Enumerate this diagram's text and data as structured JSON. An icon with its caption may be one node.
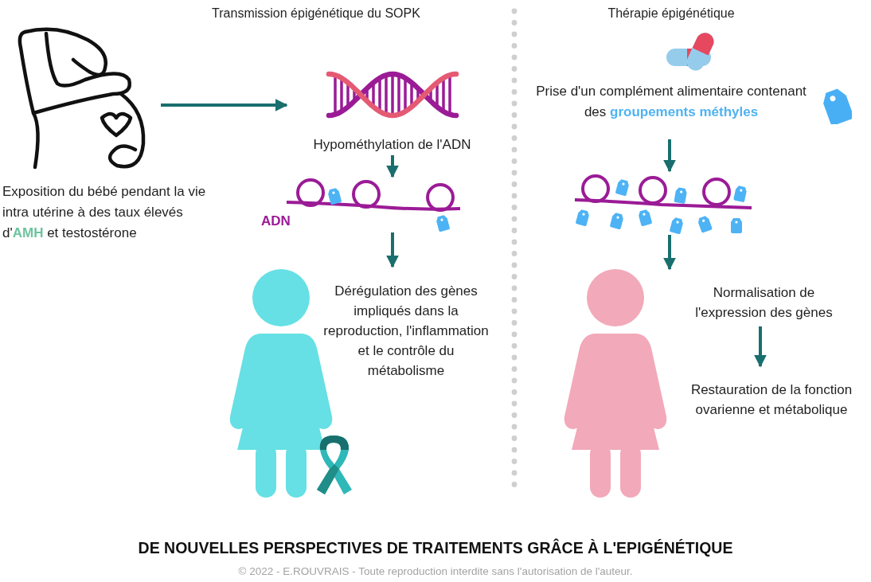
{
  "diagram": {
    "title": "DE NOUVELLES PERSPECTIVES DE TRAITEMENTS GRÂCE À L'EPIGÉNÉTIQUE",
    "caption": "© 2022 - E.ROUVRAIS - Toute reproduction interdite sans l'autorisation de l'auteur.",
    "nodes": [
      {
        "text": [],
        "shape": "picture",
        "beside": [
          "Exposition du bébé pendant la vie intra utérine à des taux élevés d'**AMH** et testostérone"
        ]
      },
      {
        "text": [
          "Hypométhylation de l'ADN"
        ]
      },
      {
        "text": [],
        "shape": "picture",
        "beside": [
          "ADN"
        ]
      },
      {
        "text": [
          "Dérégulation des gènes impliqués dans la reproduction, l'inflammation et le contrôle du métabolisme"
        ]
      },
      {
        "text": [
          "Prise d'un complément alimentaire contenant des **groupements méthyles**"
        ]
      },
      {
        "text": [],
        "shape": "picture"
      },
      {
        "text": [
          "Normalisation de l'expression des gènes"
        ]
      },
      {
        "text": [
          "Restauration de la fonction ovarienne et métabolique"
        ]
      }
    ],
    "edges": [
      {
        "from": 0,
        "to": 1,
        "arrow": "to"
      },
      {
        "from": 1,
        "to": 2,
        "arrow": "to"
      },
      {
        "from": 2,
        "to": 3,
        "arrow": "to"
      },
      {
        "from": 4,
        "to": 5,
        "arrow": "to"
      },
      {
        "from": 5,
        "to": 6,
        "arrow": "to"
      },
      {
        "from": 6,
        "to": 7,
        "arrow": "to"
      }
    ],
    "labels": [
      "Transmission épigénétique du SOPK",
      "Thérapie épigénétique"
    ]
  }
}
